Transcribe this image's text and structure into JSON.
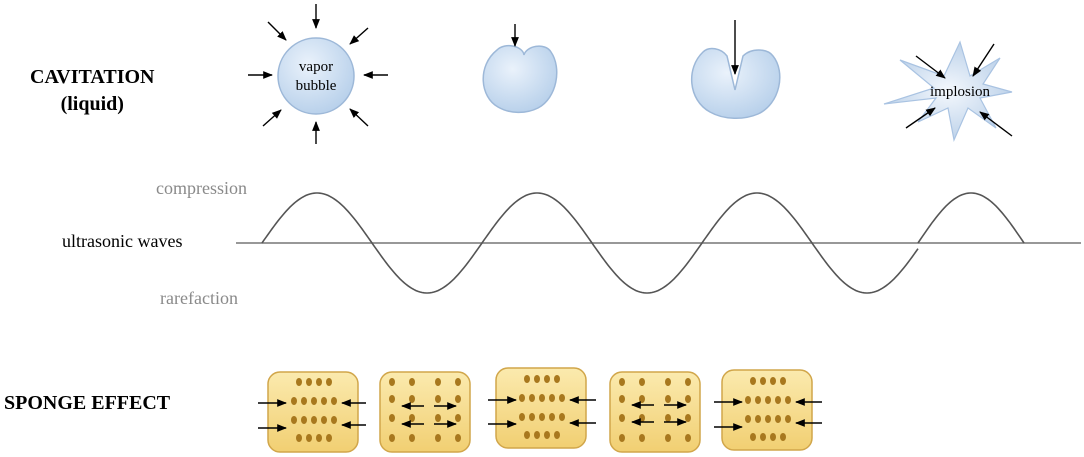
{
  "cavitation": {
    "title_line1": "CAVITATION",
    "title_line2": "(liquid)",
    "bubble_label_line1": "vapor",
    "bubble_label_line2": "bubble",
    "implosion_label": "implosion"
  },
  "waves": {
    "compression_label": "compression",
    "axis_label": "ultrasonic waves",
    "rarefaction_label": "rarefaction"
  },
  "sponge": {
    "title": "SPONGE EFFECT"
  },
  "colors": {
    "bubble_fill": "#c9dcf0",
    "bubble_stroke": "#9db8d8",
    "sponge_fill": "#f6dc8c",
    "sponge_stroke": "#d1a64a",
    "pore": "#a8781e",
    "wave": "#555555",
    "axis": "#777777"
  }
}
